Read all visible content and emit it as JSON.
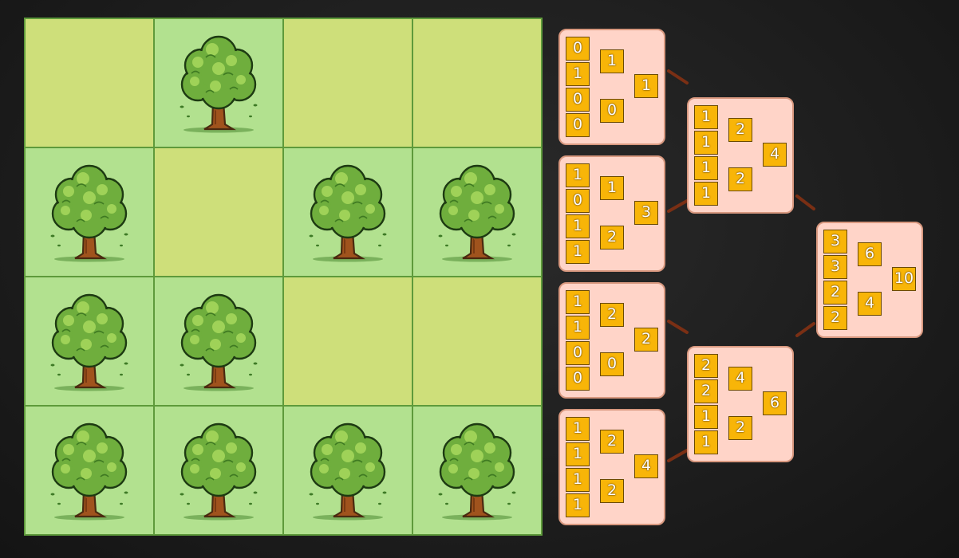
{
  "colors": {
    "empty_cell": "#cedf7a",
    "tree_cell": "#b2e18f",
    "grid_border": "#5e9a3b",
    "panel_fill": "#ffd4c8",
    "panel_border": "#d8987f",
    "box_fill": "#f8b508",
    "connector": "#7a2f14"
  },
  "grid": {
    "rows": [
      [
        0,
        1,
        0,
        0
      ],
      [
        1,
        0,
        1,
        1
      ],
      [
        1,
        1,
        0,
        0
      ],
      [
        1,
        1,
        1,
        1
      ]
    ],
    "tree_icon": "tree-icon"
  },
  "quadtree": {
    "leaves": [
      {
        "inputs": [
          "0",
          "1",
          "0",
          "0"
        ],
        "pairs": [
          "1",
          "0"
        ],
        "total": "1"
      },
      {
        "inputs": [
          "1",
          "0",
          "1",
          "1"
        ],
        "pairs": [
          "1",
          "2"
        ],
        "total": "3"
      },
      {
        "inputs": [
          "1",
          "1",
          "0",
          "0"
        ],
        "pairs": [
          "2",
          "0"
        ],
        "total": "2"
      },
      {
        "inputs": [
          "1",
          "1",
          "1",
          "1"
        ],
        "pairs": [
          "2",
          "2"
        ],
        "total": "4"
      }
    ],
    "middle": [
      {
        "inputs": [
          "1",
          "1",
          "1",
          "1"
        ],
        "pairs": [
          "2",
          "2"
        ],
        "total": "4"
      },
      {
        "inputs": [
          "2",
          "2",
          "1",
          "1"
        ],
        "pairs": [
          "4",
          "2"
        ],
        "total": "6"
      }
    ],
    "root": {
      "inputs": [
        "3",
        "3",
        "2",
        "2"
      ],
      "pairs": [
        "6",
        "4"
      ],
      "total": "10"
    }
  }
}
